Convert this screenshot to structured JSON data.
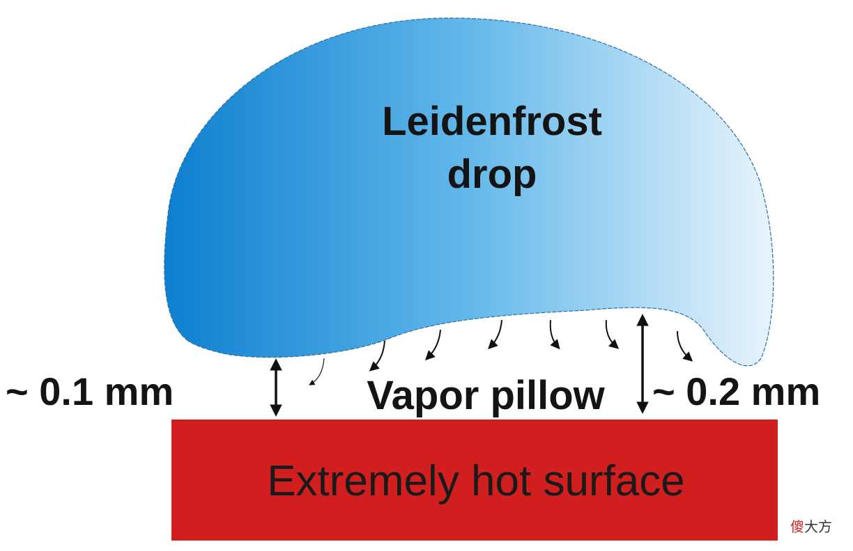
{
  "drop": {
    "label_line1": "Leidenfrost",
    "label_line2": "drop",
    "gradient_left": "#0d7fcf",
    "gradient_mid": "#63b8ea",
    "gradient_right": "#e9f4fc"
  },
  "gap_left": {
    "label": "~ 0.1 mm"
  },
  "gap_right": {
    "label": "~ 0.2 mm"
  },
  "vapor": {
    "label": "Vapor pillow"
  },
  "surface": {
    "label": "Extremely hot surface",
    "color": "#d11f1f"
  },
  "watermark": {
    "char1": "傻",
    "char2": "大方",
    "color1": "#c62828",
    "color2": "#333333"
  }
}
